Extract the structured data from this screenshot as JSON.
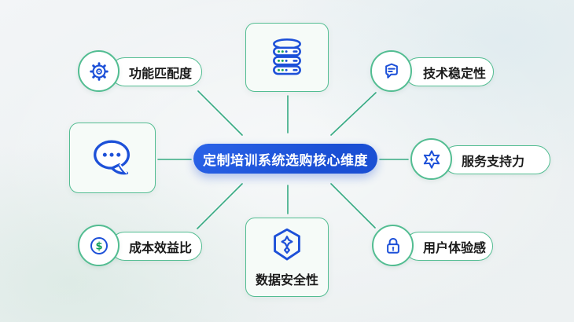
{
  "title": "定制培训系统选购核心维度",
  "center": {
    "label": "定制培训系统选购核心维度",
    "bg_color": "#1b52d6",
    "text_color": "#ffffff"
  },
  "nodes": {
    "function": {
      "label": "功能匹配度",
      "icon": "gear-icon"
    },
    "tech": {
      "label": "技术稳定性",
      "icon": "comment-bubble-icon"
    },
    "service": {
      "label": "服务支持力",
      "icon": "star-badge-icon"
    },
    "ux": {
      "label": "用户体验感",
      "icon": "lock-icon"
    },
    "cost": {
      "label": "成本效益比",
      "icon": "dollar-coin-icon"
    },
    "security": {
      "label": "数据安全性",
      "icon": "shield-star-icon"
    }
  },
  "cards": {
    "database": {
      "icon": "database-icon"
    },
    "chat": {
      "icon": "chat-dots-icon"
    }
  },
  "colors": {
    "accent_blue": "#1d50d8",
    "line_green": "#2ca77c",
    "border_green": "#53bd92",
    "icon_green": "#17a65a",
    "label_text": "#1a1a1a",
    "card_bg": "#f6fbf8",
    "background": "#eef1f3"
  }
}
